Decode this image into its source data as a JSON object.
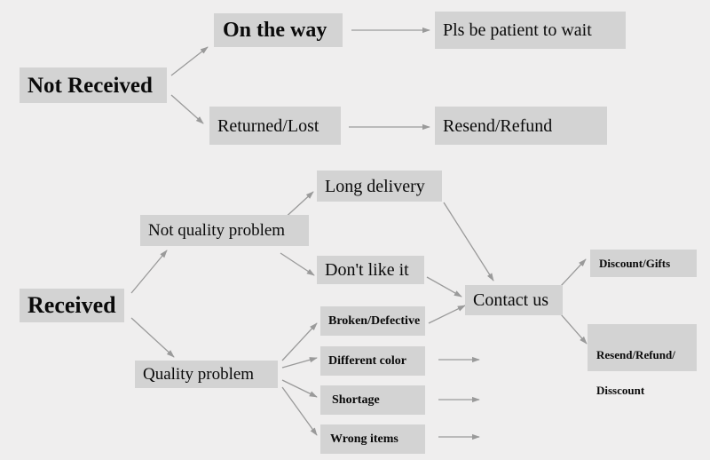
{
  "diagram": {
    "title": "Order issue resolution flowchart",
    "background_color": "#efeeee",
    "node_fill_color": "#d3d3d3",
    "text_color": "#0a0a0a",
    "arrow_color": "#9a9a9a"
  },
  "nodes": {
    "not_received": "Not Received",
    "on_the_way": "On the way",
    "pls_be_patient": "Pls be patient to wait",
    "returned_lost": "Returned/Lost",
    "resend_refund": "Resend/Refund",
    "received": "Received",
    "not_quality_problem": "Not quality problem",
    "long_delivery": "Long delivery",
    "dont_like_it": "Don't like it",
    "quality_problem": "Quality problem",
    "broken_defective": "Broken/Defective",
    "different_color": "Different color",
    "shortage": "Shortage",
    "wrong_items": "Wrong items",
    "contact_us": "Contact us",
    "discount_gifts": "Discount/Gifts",
    "resend_refund_disscount_line1": "Resend/Refund/",
    "resend_refund_disscount_line2": "Disscount"
  },
  "edges": [
    {
      "from": "not_received",
      "to": "on_the_way"
    },
    {
      "from": "not_received",
      "to": "returned_lost"
    },
    {
      "from": "on_the_way",
      "to": "pls_be_patient"
    },
    {
      "from": "returned_lost",
      "to": "resend_refund"
    },
    {
      "from": "received",
      "to": "not_quality_problem"
    },
    {
      "from": "received",
      "to": "quality_problem"
    },
    {
      "from": "not_quality_problem",
      "to": "long_delivery"
    },
    {
      "from": "not_quality_problem",
      "to": "dont_like_it"
    },
    {
      "from": "long_delivery",
      "to": "contact_us"
    },
    {
      "from": "dont_like_it",
      "to": "contact_us"
    },
    {
      "from": "quality_problem",
      "to": "broken_defective"
    },
    {
      "from": "quality_problem",
      "to": "different_color"
    },
    {
      "from": "quality_problem",
      "to": "shortage"
    },
    {
      "from": "quality_problem",
      "to": "wrong_items"
    },
    {
      "from": "broken_defective",
      "to": "contact_us"
    },
    {
      "from": "different_color",
      "to": "contact_us"
    },
    {
      "from": "shortage",
      "to": "contact_us"
    },
    {
      "from": "wrong_items",
      "to": "contact_us"
    },
    {
      "from": "contact_us",
      "to": "discount_gifts"
    },
    {
      "from": "contact_us",
      "to": "resend_refund_disscount"
    }
  ]
}
